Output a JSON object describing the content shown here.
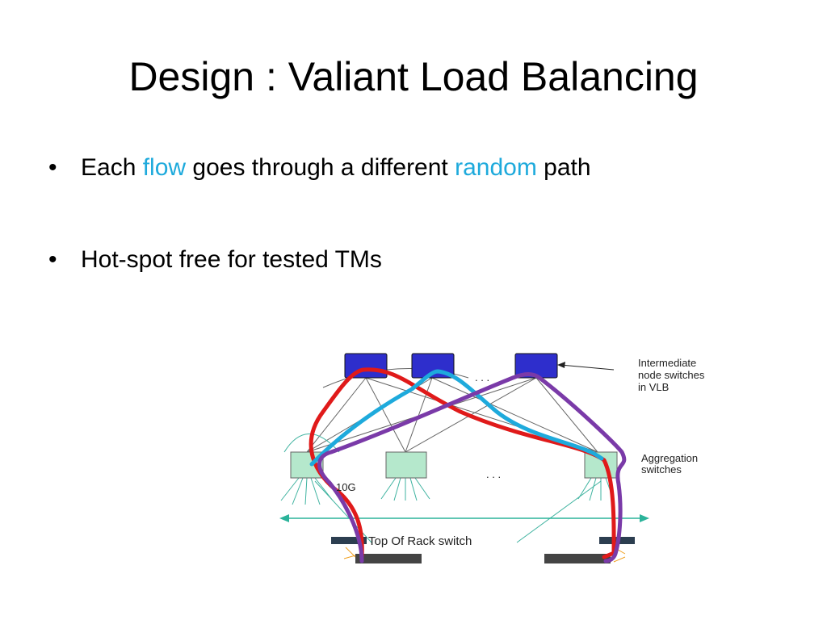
{
  "slide": {
    "title": "Design : Valiant Load Balancing",
    "bullets": [
      {
        "segments": [
          "Each ",
          "flow",
          " goes through a different ",
          "random",
          " path"
        ]
      },
      {
        "segments": [
          "Hot-spot free for tested TMs"
        ]
      }
    ],
    "bullet_glyph": "•",
    "accent_color": "#1eaadc"
  },
  "diagram": {
    "labels": {
      "intermediate_line1": "Intermediate",
      "intermediate_line2": "node switches",
      "intermediate_line3": "in VLB",
      "aggregation_line1": "Aggregation",
      "aggregation_line2": "switches",
      "link_speed": "10G",
      "tor": "Top Of Rack switch",
      "ellipsis": ". . ."
    },
    "colors": {
      "intermediate_switch": "#2e2ecc",
      "aggregation_switch": "#b5e8cc",
      "path_red": "#e01a1a",
      "path_blue": "#1eaadc",
      "path_purple": "#7a3aa8",
      "teal_arrow": "#2bb39a"
    }
  }
}
